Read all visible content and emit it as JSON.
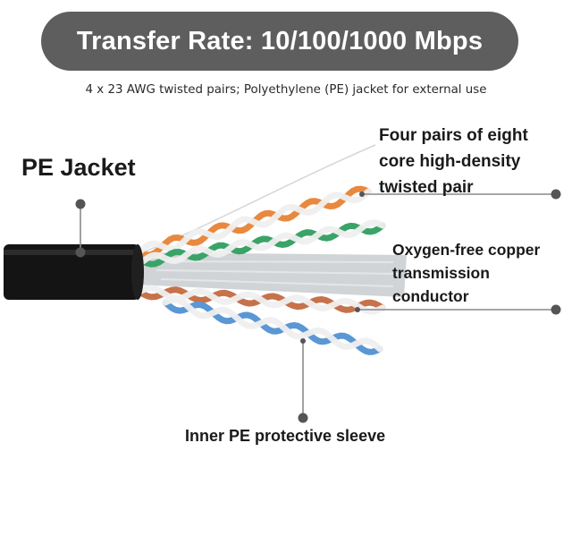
{
  "header": {
    "title": "Transfer Rate: 10/100/1000 Mbps",
    "subtitle": "4 x 23 AWG twisted pairs; Polyethylene (PE) jacket for external use"
  },
  "callouts": {
    "pe_jacket": "PE Jacket",
    "twisted_pair": [
      "Four pairs of eight",
      "core high-density",
      "twisted pair"
    ],
    "conductor": [
      "Oxygen-free copper",
      "transmission",
      "conductor"
    ],
    "inner_sleeve": "Inner PE protective sleeve"
  },
  "colors": {
    "banner": "#5e5e5e",
    "jacket": "#141414",
    "orange": "#e8893f",
    "green": "#3aa367",
    "brown": "#c6724a",
    "blue": "#5a97d4",
    "sleeve": "#c9ccd0",
    "leader": "#8a8a8a",
    "dot": "#555555"
  }
}
